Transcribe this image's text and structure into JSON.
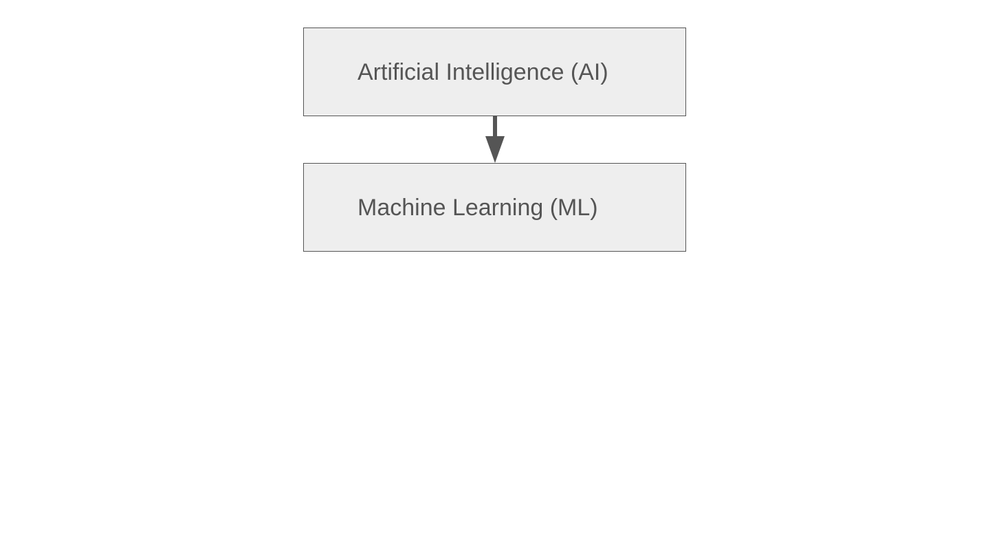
{
  "nodes": {
    "ai": {
      "label": "Artificial Intelligence (AI)"
    },
    "ml": {
      "label": "Machine Learning (ML)"
    }
  },
  "edges": [
    {
      "from": "ai",
      "to": "ml"
    }
  ],
  "colors": {
    "node_fill": "#eeeeee",
    "node_border": "#555555",
    "text": "#555555",
    "arrow": "#555555",
    "background": "#ffffff"
  }
}
